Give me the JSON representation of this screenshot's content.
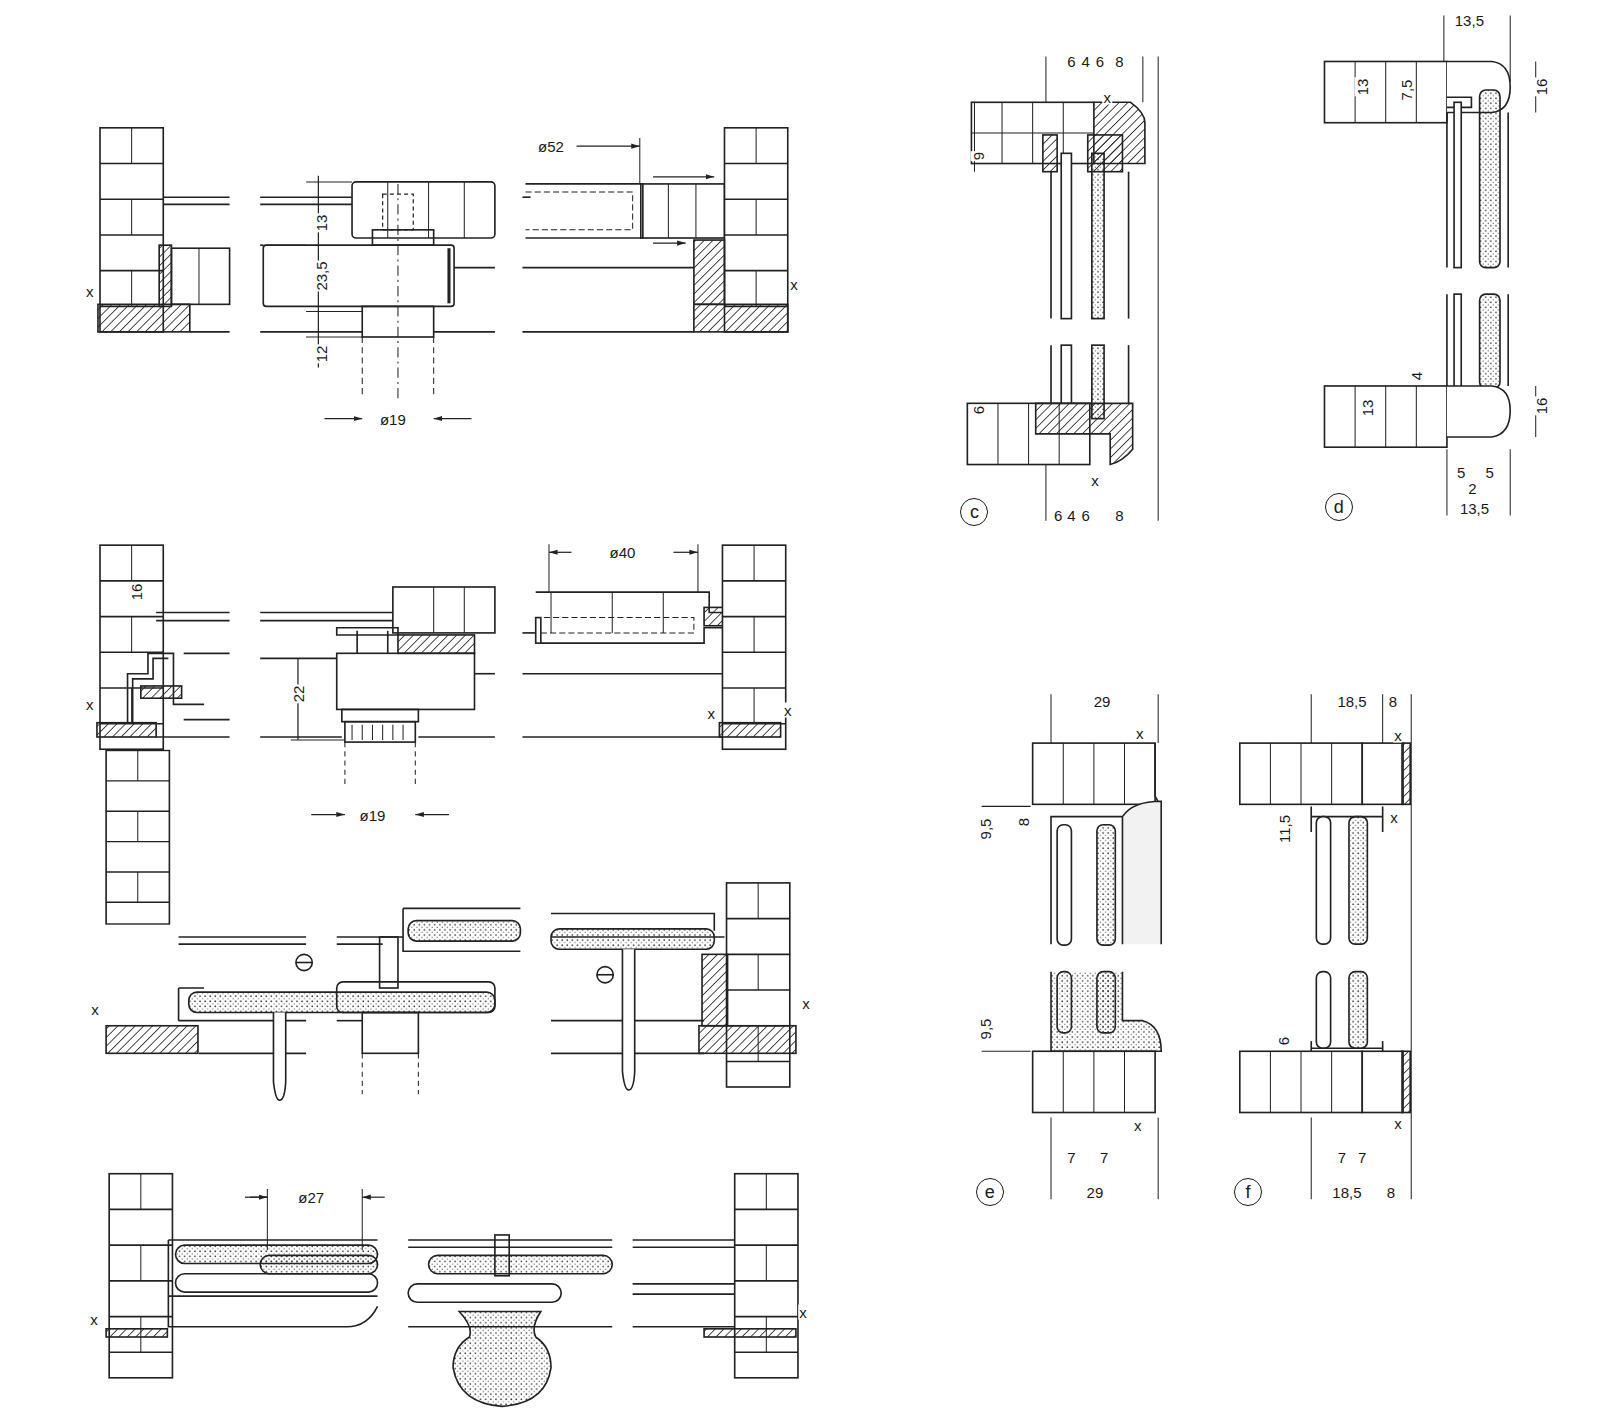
{
  "diagram": {
    "nodes": [
      {
        "text": [
          "c"
        ]
      },
      {
        "text": [
          "d"
        ]
      },
      {
        "text": [
          "e"
        ]
      },
      {
        "text": [
          "f"
        ]
      }
    ],
    "labels": [
      "13",
      "23,5",
      "12",
      "ø19",
      "ø52",
      "x",
      "x",
      "16",
      "22",
      "ø40",
      "ø19",
      "x",
      "x",
      "x",
      "x",
      "x",
      "ø27",
      "x",
      "x",
      "6",
      "4",
      "6",
      "8",
      "x",
      "9",
      "6",
      "x",
      "6",
      "4",
      "6",
      "8",
      "13,5",
      "13",
      "7,5",
      "16",
      "13",
      "4",
      "16",
      "5",
      "5",
      "2",
      "13,5",
      "29",
      "x",
      "9,5",
      "8",
      "9,5",
      "x",
      "7",
      "7",
      "29",
      "18,5",
      "8",
      "x",
      "x",
      "11,5",
      "6",
      "x",
      "7",
      "7",
      "18,5",
      "8"
    ]
  }
}
